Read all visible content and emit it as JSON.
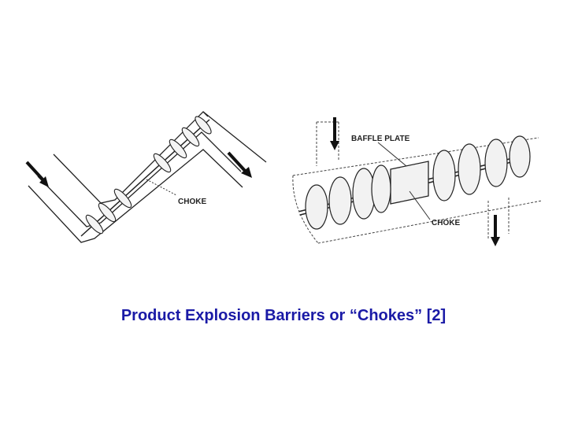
{
  "slide": {
    "caption": "Product Explosion Barriers or “Chokes” [2]",
    "caption_color": "#1a1aa6"
  },
  "figure_left": {
    "label_choke": "CHOKE"
  },
  "figure_right": {
    "label_baffle": "BAFFLE PLATE",
    "label_choke": "CHOKE"
  }
}
